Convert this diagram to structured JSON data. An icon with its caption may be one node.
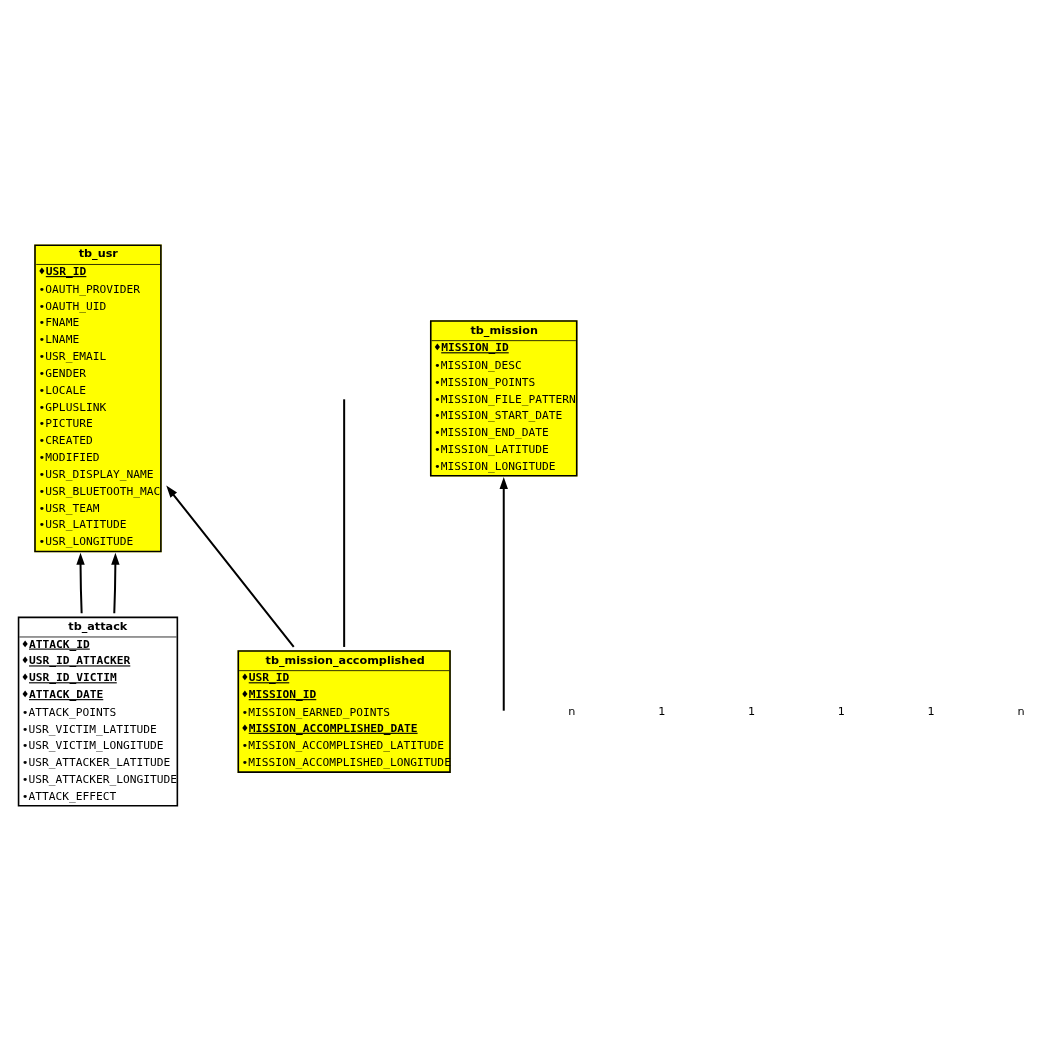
{
  "diagram": {
    "nodes": [
      {
        "text": [
          "tb_usr",
          "♦**USR_ID**",
          "•OAUTH_PROVIDER",
          "•OAUTH_UID",
          "•FNAME",
          "•LNAME",
          "•USR_EMAIL",
          "•GENDER",
          "•LOCALE",
          "•GPLUSLINK",
          "•PICTURE",
          "•CREATED",
          "•MODIFIED",
          "•USR_DISPLAY_NAME",
          "•USR_BLUETOOTH_MAC",
          "•USR_TEAM",
          "•USR_LATITUDE",
          "•USR_LONGITUDE"
        ]
      },
      {
        "text": [
          "tb_mission_accomplished",
          "♦**USR_ID**",
          "♦**MISSION_ID**",
          "•MISSION_EARNED_POINTS",
          "♦**MISSION_ACCOMPLISHED_DATE**",
          "•MISSION_ACCOMPLISHED_LATITUDE",
          "•MISSION_ACCOMPLISHED_LONGITUDE"
        ]
      },
      {
        "text": [
          "tb_attack",
          "♦**ATTACK_ID**",
          "♦**USR_ID_ATTACKER**",
          "♦**USR_ID_VICTIM**",
          "♦**ATTACK_DATE**",
          "•ATTACK_POINTS",
          "•USR_VICTIM_LATITUDE",
          "•USR_VICTIM_LONGITUDE",
          "•USR_ATTACKER_LATITUDE",
          "•USR_ATTACKER_LONGITUDE",
          "•ATTACK_EFFECT"
        ]
      },
      {
        "text": [
          "tb_mission",
          "♦**MISSION_ID**",
          "•MISSION_DESC",
          "•MISSION_POINTS",
          "•MISSION_FILE_PATTERN",
          "•MISSION_START_DATE",
          "•MISSION_END_DATE",
          "•MISSION_LATITUDE",
          "•MISSION_LONGITUDE"
        ]
      }
    ],
    "edges": [
      {
        "from": 1,
        "to": 0,
        "arrow": "to"
      },
      {
        "from": 1,
        "to": null,
        "arrow": "none"
      },
      {
        "from": 2,
        "to": 0,
        "arrow": "to"
      },
      {
        "from": 2,
        "to": 0,
        "arrow": "to"
      },
      {
        "from": null,
        "to": 3,
        "arrow": "to"
      }
    ],
    "labels": [
      "n",
      "1",
      "1",
      "1",
      "1",
      "n"
    ]
  }
}
